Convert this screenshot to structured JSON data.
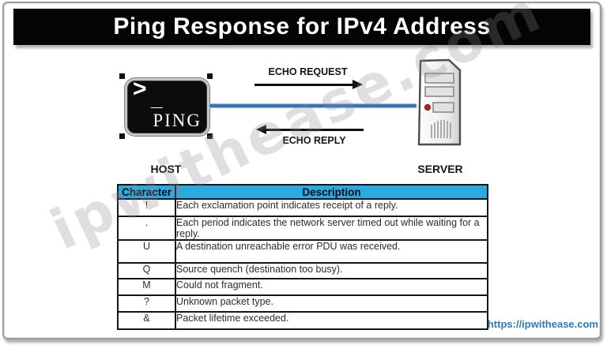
{
  "title": "Ping Response for IPv4 Address",
  "diagram": {
    "host": {
      "prompt_gt": ">",
      "prompt_underscore": "_",
      "icon_text": "PING",
      "label": "HOST"
    },
    "server": {
      "label": "SERVER"
    },
    "echo_request": "ECHO REQUEST",
    "echo_reply": "ECHO REPLY"
  },
  "table": {
    "headers": [
      "Character",
      "Description"
    ],
    "rows": [
      {
        "char": "!",
        "desc": "Each exclamation point indicates receipt of a reply."
      },
      {
        "char": ".",
        "desc": "Each period indicates the network server timed out while waiting for a reply."
      },
      {
        "char": "U",
        "desc": "A destination unreachable error PDU was received."
      },
      {
        "char": "Q",
        "desc": "Source quench (destination too busy)."
      },
      {
        "char": "M",
        "desc": "Could not fragment."
      },
      {
        "char": "?",
        "desc": "Unknown packet type."
      },
      {
        "char": "&",
        "desc": "Packet lifetime exceeded."
      }
    ]
  },
  "watermark": "ipwithease.com",
  "footer": {
    "url_label": "https://ipwithease.com"
  },
  "colors": {
    "table_header_bg": "#29ABE2",
    "line_blue": "#2F6FB8",
    "link_blue": "#2B7CC1",
    "title_bg": "#040404",
    "led_red": "#B32420"
  }
}
